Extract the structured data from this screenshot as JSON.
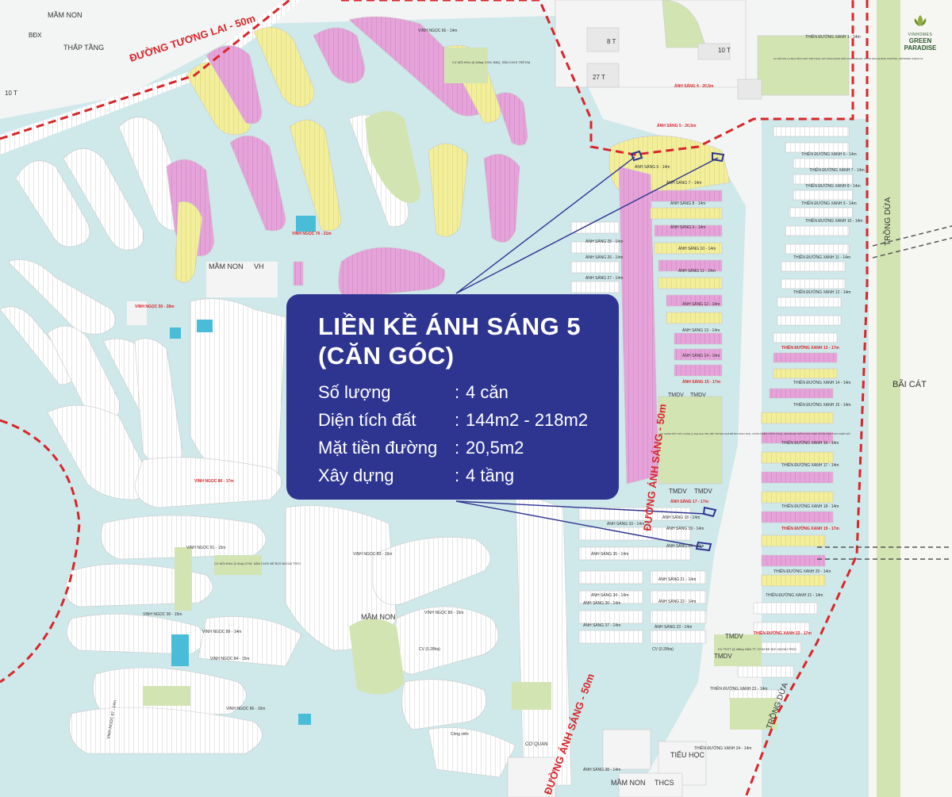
{
  "card": {
    "title_line1": "LIỀN KỀ ÁNH SÁNG 5",
    "title_line2": "(CĂN GÓC)",
    "rows": [
      {
        "label": "Số lượng",
        "value": "4 căn"
      },
      {
        "label": "Diện tích đất",
        "value": "144m2 - 218m2"
      },
      {
        "label": "Mặt tiền đường",
        "value": "20,5m2"
      },
      {
        "label": "Xây dựng",
        "value": "4 tầng"
      }
    ],
    "separator": ":"
  },
  "brand": {
    "top": "VINHOMES",
    "line1": "GREEN",
    "line2": "PARADISE"
  },
  "map_labels": {
    "duong_tuong_lai": "ĐƯỜNG TƯƠNG LAI - 50m",
    "duong_anh_sang_main": "ĐƯỜNG ÁNH SÁNG - 50m",
    "duong_anh_sang_bottom": "ĐƯỜNG ÁNH SÁNG - 50m",
    "trong_dua_1": "TRỒNG DỪA",
    "trong_dua_2": "TRỒNG DỪA",
    "bai_cat": "BÃI CÁT",
    "mam_non_1": "MẦM NON",
    "mam_non_2": "MẦM NON",
    "mam_non_3": "MẦM NON",
    "mam_non_4": "MẦM NON",
    "vh": "VH",
    "thap_tang": "THẤP TẦNG",
    "bdx": "BĐX",
    "tieu_hoc": "TIỂU HỌC",
    "thcs": "THCS",
    "t27": "27 T",
    "t8": "8 T",
    "t10a": "10 T",
    "t10b": "10 T",
    "tmdv_1": "TMDV",
    "tmdv_2": "TMDV",
    "tmdv_3": "TMDV",
    "tmdv_4": "TMDV",
    "tmdv_5": "TMDV",
    "tmdv_6": "TMDV",
    "co_quan": "CƠ QUAN",
    "vinh_ngoc_70": "VINH NGỌC 70 - 21m",
    "vinh_ngoc_50": "VINH NGỌC 50 - 28m",
    "vinh_ngoc_80": "VINH NGỌC 80 - 17m",
    "vinh_ngoc_91": "VINH NGỌC 91 - 15m",
    "vinh_ngoc_90": "VINH NGỌC 90 - 15m",
    "vinh_ngoc_85": "VINH NGỌC 85 - 15m",
    "vinh_ngoc_86": "VINH NGỌC 86 - 10m",
    "vinh_ngoc_87": "VINH NGỌC 87 - 14m",
    "vinh_ngoc_83": "VINH NGỌC 83 - 15m",
    "vinh_ngoc_84": "VINH NGỌC 84 - 15m",
    "vinh_ngoc_66": "VINH NGỌC 66 - 14m",
    "vinh_ngoc_89": "VINH NGỌC 89 - 14m",
    "thien_duong_xanh_1": "THIÊN ĐƯỜNG XANH 1 - 14m",
    "thien_duong_xanh_6": "THIÊN ĐƯỜNG XANH 6 - 14m",
    "thien_duong_xanh_7": "THIÊN ĐƯỜNG XANH 7 - 14m",
    "thien_duong_xanh_8": "THIÊN ĐƯỜNG XANH 8 - 14m",
    "thien_duong_xanh_9": "THIÊN ĐƯỜNG XANH 9 - 14m",
    "thien_duong_xanh_10": "THIÊN ĐƯỜNG XANH 10 - 14m",
    "thien_duong_xanh_11": "THIÊN ĐƯỜNG XANH 11 - 14m",
    "thien_duong_xanh_12": "THIÊN ĐƯỜNG XANH 12 - 14m",
    "thien_duong_xanh_13": "THIÊN ĐƯỜNG XANH 13 - 17m",
    "thien_duong_xanh_14": "THIÊN ĐƯỜNG XANH 14 - 14m",
    "thien_duong_xanh_15": "THIÊN ĐƯỜNG XANH 15 - 14m",
    "thien_duong_xanh_16": "THIÊN ĐƯỜNG XANH 16 - 14m",
    "thien_duong_xanh_17": "THIÊN ĐƯỜNG XANH 17 - 14m",
    "thien_duong_xanh_18": "THIÊN ĐƯỜNG XANH 18 - 14m",
    "thien_duong_xanh_19": "THIÊN ĐƯỜNG XANH 19 - 17m",
    "thien_duong_xanh_20": "THIÊN ĐƯỜNG XANH 20 - 14m",
    "thien_duong_xanh_21": "THIÊN ĐƯỜNG XANH 21 - 14m",
    "thien_duong_xanh_22": "THIÊN ĐƯỜNG XANH 22 - 17m",
    "thien_duong_xanh_23": "THIÊN ĐƯỜNG XANH 23 - 14m",
    "thien_duong_xanh_24": "THIÊN ĐƯỜNG XANH 24 - 14m",
    "anh_sang_4": "ÁNH SÁNG 4 - 20,5m",
    "anh_sang_5": "ÁNH SÁNG 5 - 20,5m",
    "anh_sang_6": "ÁNH SÁNG 6 - 14m",
    "anh_sang_7": "ÁNH SÁNG 7 - 14m",
    "anh_sang_8": "ÁNH SÁNG 8 - 14m",
    "anh_sang_9": "ÁNH SÁNG 9 - 14m",
    "anh_sang_10": "ÁNH SÁNG 10 - 14m",
    "anh_sang_11": "ÁNH SÁNG 11 - 14m",
    "anh_sang_12": "ÁNH SÁNG 12 - 14m",
    "anh_sang_13": "ÁNH SÁNG 13 - 14m",
    "anh_sang_14": "ÁNH SÁNG 14 - 14m",
    "anh_sang_15": "ÁNH SÁNG 15 - 17m",
    "anh_sang_17": "ÁNH SÁNG 17 - 17m",
    "anh_sang_18": "ÁNH SÁNG 18 - 14m",
    "anh_sang_19": "ÁNH SÁNG 19 - 14m",
    "anh_sang_20": "ÁNH SÁNG 20 - 14m",
    "anh_sang_21": "ÁNH SÁNG 21 - 14m",
    "anh_sang_22": "ÁNH SÁNG 22 - 14m",
    "anh_sang_23": "ÁNH SÁNG 23 - 14m",
    "anh_sang_25": "ÁNH SÁNG 25 - 14m",
    "anh_sang_26": "ÁNH SÁNG 26 - 14m",
    "anh_sang_27": "ÁNH SÁNG 27 - 14m",
    "anh_sang_33": "ÁNH SÁNG 33 - 14m",
    "anh_sang_34": "ÁNH SÁNG 34 - 14m",
    "anh_sang_35": "ÁNH SÁNG 35 - 14m",
    "anh_sang_36": "ÁNH SÁNG 36 - 14m",
    "anh_sang_37": "ÁNH SÁNG 37 - 14m",
    "anh_sang_38": "ÁNH SÁNG 38 - 14m",
    "cv_noi_khu_1": "CV NỘI KHU (5.18ha) GYM, BBQ, SÂN CHƠI TRẺ EM",
    "cv_noi_khu_2": "CV NỘI KHU (2.4ha) GYM, SÂN CHƠI BỂ BƠI NGOÀI TRỜI",
    "cv_cham_soc": "CV CHĂM SÓC SỨC KHỎE (1.3ha) KHU TRỊ LIỆU TRONG NHÀ BỂ BƠI SINH THÁI, VƯỜN THIỀN VƯỜN YOGA, MASSAGE VƯỜN THỦY SINH VƯỜN SINH THÁI NHIỆT ĐỚI",
    "cv_tdtt": "CV TDTT (3.48ha) SÂN TT, GYM BỂ BƠI NGOÀI TRỜI",
    "cv_the_thao": "CV NỘI KHU (1.5ha) SÂN CHƠI THỂ THAO, HỒ CẢNH QUAN SÂN CHƠI TRẺ EM, VƯỜN HOA QUẢNG TRƯỜNG, ARTWORK CHECK IN",
    "cong_vien": "Công viên",
    "cv_small_1": "CV (0.28ha)",
    "cv_small_2": "CV (0.28ha)"
  },
  "colors": {
    "water": "#cfe8ea",
    "block": "#ffffff",
    "pink": "#e6a3d9",
    "yellow": "#f2ee9a",
    "green": "#d3e4b3",
    "red_line": "#d8262a",
    "card": "#2e3590",
    "pointer": "#2e3590",
    "blue_plot": "#49bcd8"
  }
}
